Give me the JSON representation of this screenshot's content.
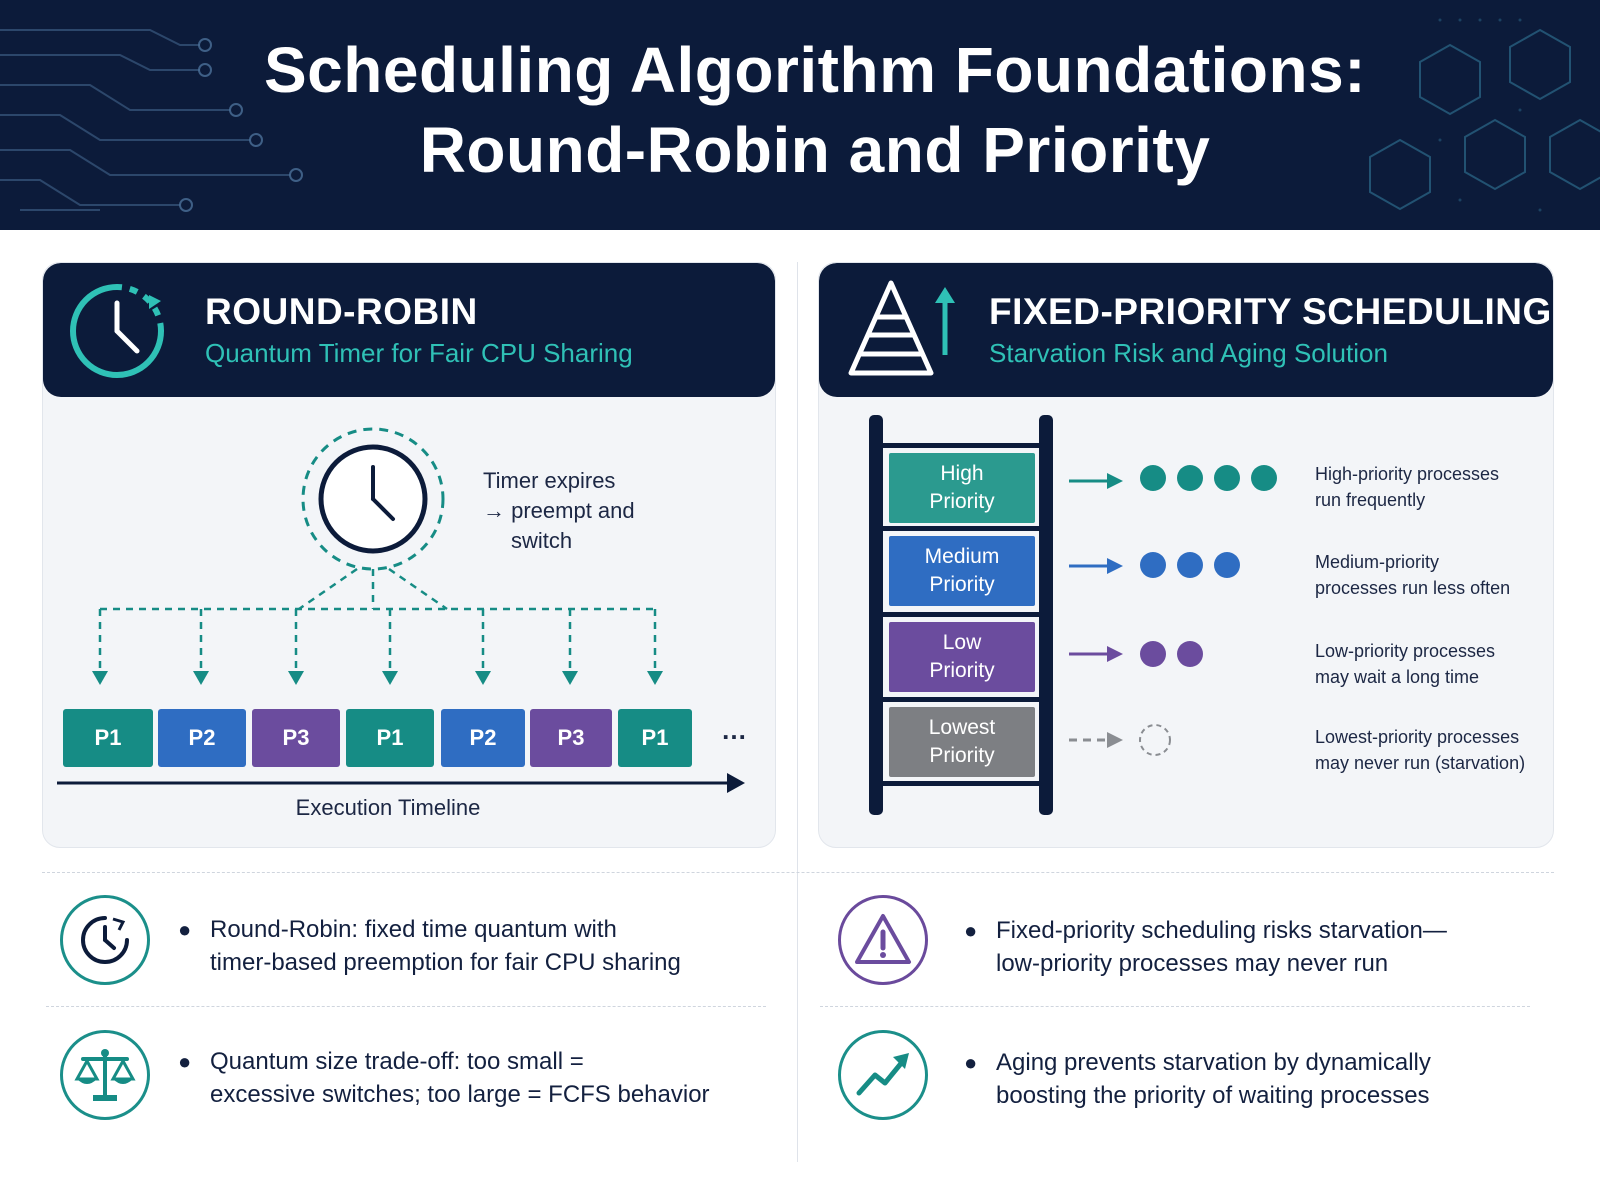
{
  "title": {
    "line1": "Scheduling Algorithm Foundations:",
    "line2": "Round-Robin and Priority"
  },
  "round_robin": {
    "title": "ROUND-ROBIN",
    "subtitle": "Quantum Timer for Fair CPU Sharing",
    "timer_label": [
      "Timer expires",
      "→ preempt and",
      "switch"
    ],
    "slots": [
      {
        "label": "P1",
        "color": "#168c85"
      },
      {
        "label": "P2",
        "color": "#2f6dc2"
      },
      {
        "label": "P3",
        "color": "#6b4c9e"
      },
      {
        "label": "P1",
        "color": "#168c85"
      },
      {
        "label": "P2",
        "color": "#2f6dc2"
      },
      {
        "label": "P3",
        "color": "#6b4c9e"
      },
      {
        "label": "P1",
        "color": "#168c85"
      }
    ],
    "ellipsis": "…",
    "timeline_label": "Execution Timeline"
  },
  "priority": {
    "title": "FIXED-PRIORITY SCHEDULING",
    "subtitle": "Starvation Risk and Aging Solution",
    "levels": [
      {
        "label_line1": "High",
        "label_line2": "Priority",
        "color": "#2b9a8f",
        "processes": 4,
        "arrow": "solid",
        "arrow_color": "#168c85",
        "desc": [
          "High-priority processes",
          "run frequently"
        ]
      },
      {
        "label_line1": "Medium",
        "label_line2": "Priority",
        "color": "#2f6dc2",
        "processes": 3,
        "arrow": "solid",
        "arrow_color": "#2f6dc2",
        "desc": [
          "Medium-priority",
          "processes run less often"
        ]
      },
      {
        "label_line1": "Low",
        "label_line2": "Priority",
        "color": "#6b4c9e",
        "processes": 2,
        "arrow": "solid",
        "arrow_color": "#6b4c9e",
        "desc": [
          "Low-priority processes",
          "may wait a long time"
        ]
      },
      {
        "label_line1": "Lowest",
        "label_line2": "Priority",
        "color": "#7d7f83",
        "processes": 0,
        "arrow": "dashed",
        "arrow_color": "#8a8d92",
        "desc": [
          "Lowest-priority processes",
          "may never run (starvation)"
        ]
      }
    ]
  },
  "bullets": {
    "rr1": {
      "icon": "stopwatch-icon",
      "lines": [
        "Round-Robin: fixed time quantum with",
        "timer-based preemption for fair CPU sharing"
      ]
    },
    "rr2": {
      "icon": "balance-scale-icon",
      "lines": [
        "Quantum size trade-off: too small =",
        "excessive switches; too large = FCFS behavior"
      ]
    },
    "p1": {
      "icon": "warning-icon",
      "lines": [
        "Fixed-priority scheduling risks starvation—",
        "low-priority processes may never run"
      ]
    },
    "p2": {
      "icon": "trend-up-icon",
      "lines": [
        "Aging prevents starvation by dynamically",
        "boosting the priority of waiting processes"
      ]
    }
  },
  "colors": {
    "navy": "#0c1b3a",
    "teal": "#168c85",
    "teal_light": "#2fc1b6",
    "blue": "#2f6dc2",
    "purple": "#6b4c9e",
    "gray": "#7d7f83"
  }
}
